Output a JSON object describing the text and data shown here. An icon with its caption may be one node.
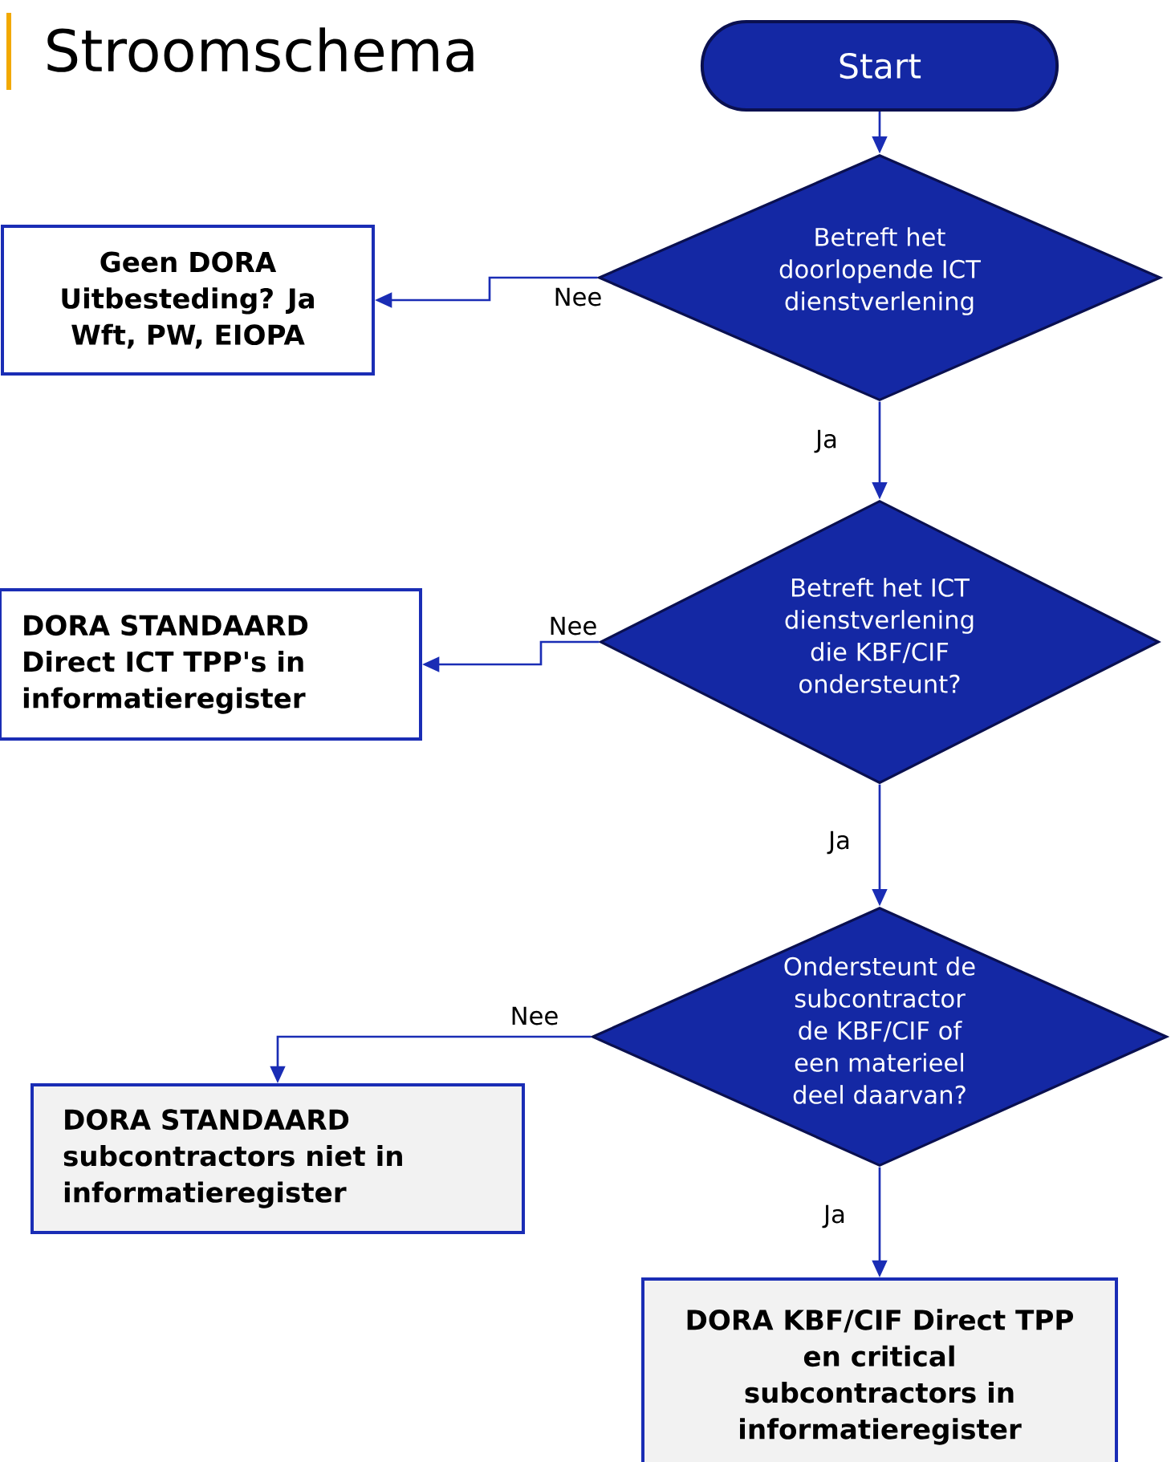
{
  "diagram": {
    "title": "Stroomschema",
    "nodes": [
      {
        "text": [
          "Start"
        ]
      },
      {
        "text": [
          "Betreft het doorlopende ICT dienstverlening"
        ]
      },
      {
        "text": [
          "Geen DORA Uitbesteding? Ja Wft, PW, EIOPA"
        ]
      },
      {
        "text": [
          "Betreft het ICT dienstverlening die KBF/CIF ondersteunt?"
        ]
      },
      {
        "text": [
          "DORA STANDAARD Direct ICT TPP's in informatieregister"
        ]
      },
      {
        "text": [
          "Ondersteunt de subcontractor de KBF/CIF of een materieel deel daarvan?"
        ]
      },
      {
        "text": [
          "DORA STANDAARD subcontractors niet in informatieregister"
        ]
      },
      {
        "text": [
          "DORA KBF/CIF Direct TPP en critical subcontractors in informatieregister"
        ]
      }
    ],
    "edges": [
      {
        "from": 0,
        "to": 1,
        "arrow": "to"
      },
      {
        "from": 1,
        "to": 2,
        "arrow": "to",
        "label": "Nee"
      },
      {
        "from": 1,
        "to": 3,
        "arrow": "to",
        "label": "Ja"
      },
      {
        "from": 3,
        "to": 4,
        "arrow": "to",
        "label": "Nee"
      },
      {
        "from": 3,
        "to": 5,
        "arrow": "to",
        "label": "Ja"
      },
      {
        "from": 5,
        "to": 6,
        "arrow": "to",
        "label": "Nee"
      },
      {
        "from": 5,
        "to": 7,
        "arrow": "to",
        "label": "Ja"
      }
    ]
  }
}
